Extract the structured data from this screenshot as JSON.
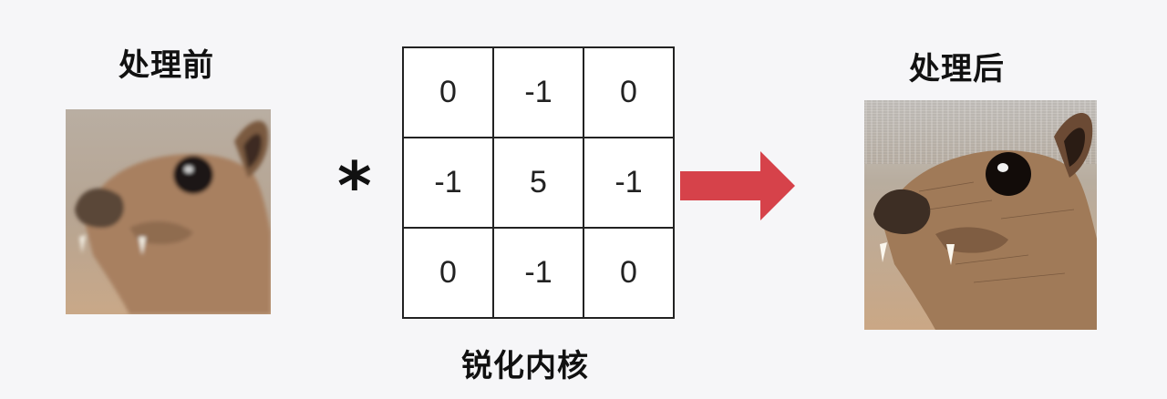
{
  "labels": {
    "before": "处理前",
    "after": "处理后",
    "kernel": "锐化内核"
  },
  "operator": "*",
  "kernel": {
    "rows": [
      [
        "0",
        "-1",
        "0"
      ],
      [
        "-1",
        "5",
        "-1"
      ],
      [
        "0",
        "-1",
        "0"
      ]
    ]
  },
  "colors": {
    "arrow": "#d6424a",
    "grid_border": "#222222",
    "background": "#f6f6f8"
  },
  "icons": {
    "arrow": "right-arrow-icon"
  }
}
